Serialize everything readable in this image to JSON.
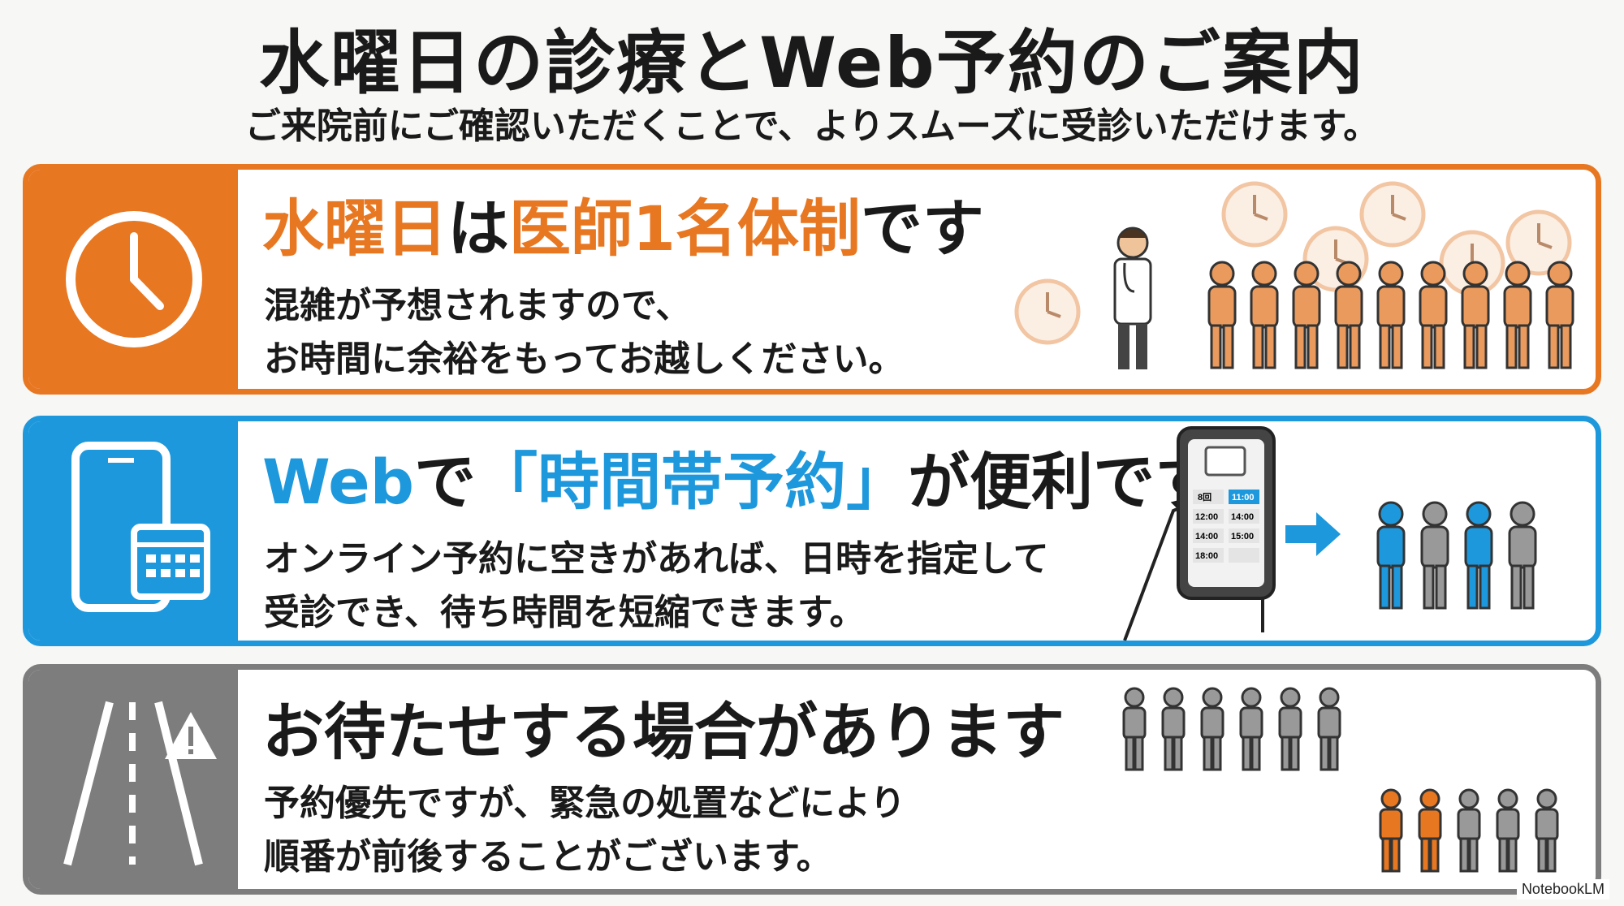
{
  "header": {
    "title": "水曜日の診療とWeb予約のご案内",
    "subtitle": "ご来院前にご確認いただくことで、よりスムーズに受診いただけます。"
  },
  "cards": [
    {
      "icon": "clock-icon",
      "accent": "#e87722",
      "heading_parts": [
        "水曜日",
        "は",
        "医師1名体制",
        "です"
      ],
      "body_lines": [
        "混雑が予想されますので、",
        "お時間に余裕をもってお越しください。"
      ]
    },
    {
      "icon": "smartphone-calendar-icon",
      "accent": "#1e98dc",
      "heading_parts": [
        "Web",
        "で",
        "「時間帯予約」",
        "が便利です"
      ],
      "body_lines": [
        "オンライン予約に空きがあれば、日時を指定して",
        "受診でき、待ち時間を短縮できます。"
      ],
      "phone_slots": [
        "8回",
        "11:00",
        "12:00",
        "14:00",
        "14:00",
        "15:00",
        "18:00"
      ]
    },
    {
      "icon": "road-warning-icon",
      "accent": "#7d7d7d",
      "heading": "お待たせする場合があります",
      "body_lines": [
        "予約優先ですが、緊急の処置などにより",
        "順番が前後することがございます。"
      ]
    }
  ],
  "watermark": "NotebookLM"
}
